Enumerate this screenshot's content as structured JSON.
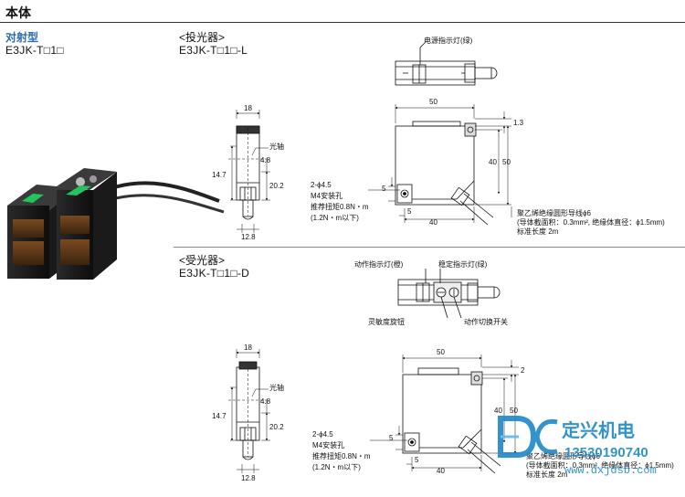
{
  "header": {
    "title": "本体"
  },
  "left": {
    "type_label": "对射型",
    "model": "E3JK-T□1□"
  },
  "emitter": {
    "title": "<投光器>",
    "model": "E3JK-T□1□-L"
  },
  "receiver": {
    "title": "<受光器>",
    "model": "E3JK-T□1□-D"
  },
  "emitter_top_view": {
    "callout_power": "电源指示灯(绿)"
  },
  "emitter_side": {
    "dim_width": "18",
    "label_axis": "光轴",
    "dim_48": "4.8",
    "dim_147": "14.7",
    "dim_202": "20.2",
    "dim_128": "12.8"
  },
  "emitter_front": {
    "dim_50_top": "50",
    "dim_13": "1.3",
    "dim_40_v": "40",
    "dim_50_v": "50",
    "dim_5_v": "5",
    "dim_5_h": "5",
    "dim_40_h": "40",
    "hole_note": [
      "2-ϕ4.5",
      "M4安装孔",
      "推荐扭矩0.8N・m",
      "(1.2N・m以下)"
    ],
    "cable_note": [
      "聚乙烯绝缘圆形导线ϕ6",
      "(导体截面积：0.3mm², 绝缘体直径：ϕ1.5mm)",
      "标准长度 2m"
    ]
  },
  "receiver_top_view": {
    "callout_action": "动作指示灯(橙)",
    "callout_stable": "稳定指示灯(绿)",
    "callout_sensitivity": "灵敏度旋钮",
    "callout_switch": "动作切换开关"
  },
  "receiver_side": {
    "dim_width": "18",
    "label_axis": "光轴",
    "dim_48": "4.8",
    "dim_147": "14.7",
    "dim_202": "20.2",
    "dim_128": "12.8"
  },
  "receiver_front": {
    "dim_50_top": "50",
    "dim_2": "2",
    "dim_40_v": "40",
    "dim_50_v": "50",
    "dim_5_v": "5",
    "dim_5_h": "5",
    "dim_40_h": "40",
    "hole_note": [
      "2-ϕ4.5",
      "M4安装孔",
      "推荐扭矩0.8N・m",
      "(1.2N・m以下)"
    ],
    "cable_note": [
      "聚乙烯绝缘圆形导线ϕ6",
      "(导体截面积：0.3mm², 绝缘体直径：ϕ1.5mm)",
      "标准长度 2m"
    ]
  },
  "watermark": {
    "brand": "定兴机电",
    "phone": "13530190740",
    "url": "www.dxjdsb.com"
  },
  "colors": {
    "accent_blue": "#2b6cb0",
    "watermark_blue": "#1e88c8"
  }
}
